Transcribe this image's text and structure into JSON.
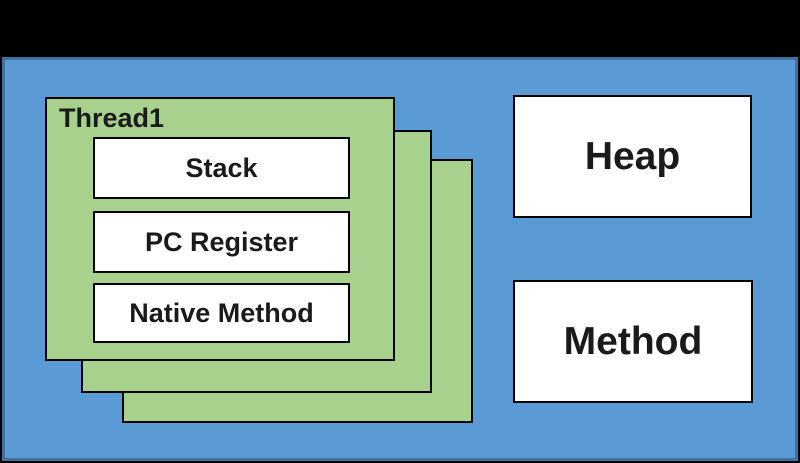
{
  "diagram": {
    "thread_group": {
      "title": "Thread1",
      "components": [
        "Stack",
        "PC Register",
        "Native Method"
      ]
    },
    "areas": {
      "heap": "Heap",
      "method": "Method"
    },
    "colors": {
      "background": "#000000",
      "panel_fill": "#5B9BD5",
      "panel_border": "#41719C",
      "thread_card_fill": "#A9D18E",
      "inner_box_fill": "#FFFFFF",
      "outline": "#000000",
      "text": "#1A1A1A"
    }
  }
}
